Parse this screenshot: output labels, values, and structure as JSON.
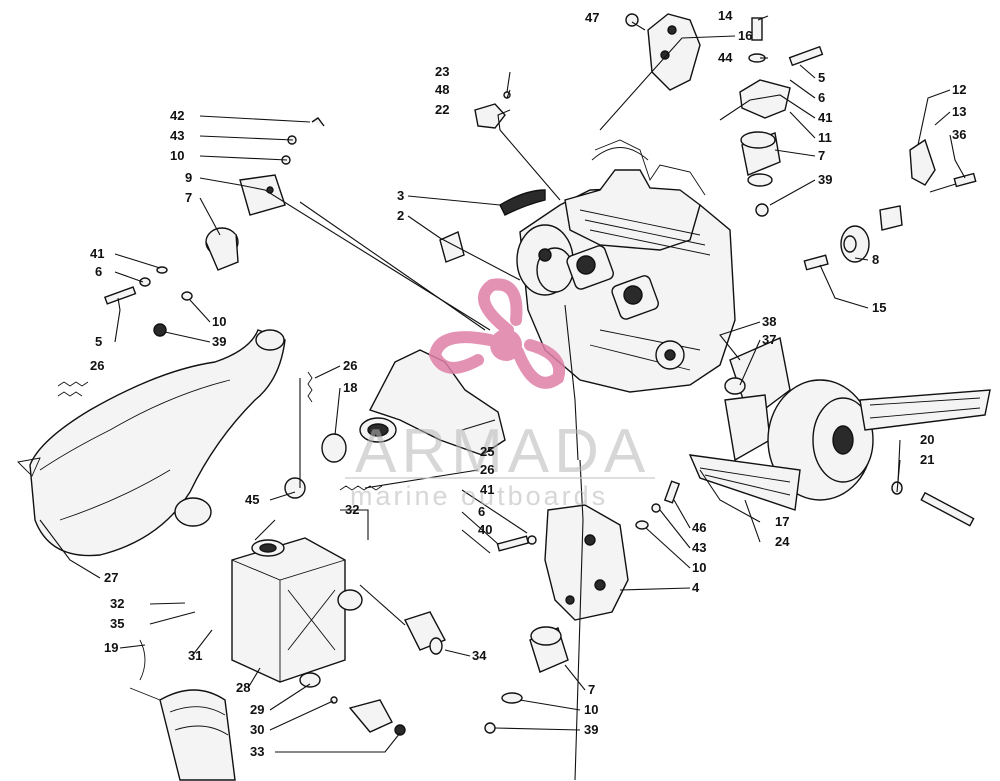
{
  "watermark": {
    "brand": "ARMADA",
    "tagline": "marine outboards",
    "logo_color": "#e080a8"
  },
  "callouts": [
    {
      "id": "c47",
      "text": "47"
    },
    {
      "id": "c16",
      "text": "16"
    },
    {
      "id": "c14",
      "text": "14"
    },
    {
      "id": "c44",
      "text": "44"
    },
    {
      "id": "c5a",
      "text": "5"
    },
    {
      "id": "c6a",
      "text": "6"
    },
    {
      "id": "c41a",
      "text": "41"
    },
    {
      "id": "c11",
      "text": "11"
    },
    {
      "id": "c7a",
      "text": "7"
    },
    {
      "id": "c39a",
      "text": "39"
    },
    {
      "id": "c12",
      "text": "12"
    },
    {
      "id": "c13",
      "text": "13"
    },
    {
      "id": "c36",
      "text": "36"
    },
    {
      "id": "c8",
      "text": "8"
    },
    {
      "id": "c15",
      "text": "15"
    },
    {
      "id": "c23",
      "text": "23"
    },
    {
      "id": "c48",
      "text": "48"
    },
    {
      "id": "c22",
      "text": "22"
    },
    {
      "id": "c42",
      "text": "42"
    },
    {
      "id": "c43a",
      "text": "43"
    },
    {
      "id": "c10a",
      "text": "10"
    },
    {
      "id": "c9",
      "text": "9"
    },
    {
      "id": "c7b",
      "text": "7"
    },
    {
      "id": "c3",
      "text": "3"
    },
    {
      "id": "c2",
      "text": "2"
    },
    {
      "id": "c41b",
      "text": "41"
    },
    {
      "id": "c6b",
      "text": "6"
    },
    {
      "id": "c5b",
      "text": "5"
    },
    {
      "id": "c10b",
      "text": "10"
    },
    {
      "id": "c39b",
      "text": "39"
    },
    {
      "id": "c38",
      "text": "38"
    },
    {
      "id": "c37",
      "text": "37"
    },
    {
      "id": "c26a",
      "text": "26"
    },
    {
      "id": "c26b",
      "text": "26"
    },
    {
      "id": "c18",
      "text": "18"
    },
    {
      "id": "c25",
      "text": "25"
    },
    {
      "id": "c26c",
      "text": "26"
    },
    {
      "id": "c41c",
      "text": "41"
    },
    {
      "id": "c6c",
      "text": "6"
    },
    {
      "id": "c40",
      "text": "40"
    },
    {
      "id": "c45",
      "text": "45"
    },
    {
      "id": "c32a",
      "text": "32"
    },
    {
      "id": "c46",
      "text": "46"
    },
    {
      "id": "c43b",
      "text": "43"
    },
    {
      "id": "c10c",
      "text": "10"
    },
    {
      "id": "c4",
      "text": "4"
    },
    {
      "id": "c20",
      "text": "20"
    },
    {
      "id": "c21",
      "text": "21"
    },
    {
      "id": "c17",
      "text": "17"
    },
    {
      "id": "c24",
      "text": "24"
    },
    {
      "id": "c27",
      "text": "27"
    },
    {
      "id": "c32b",
      "text": "32"
    },
    {
      "id": "c35",
      "text": "35"
    },
    {
      "id": "c19",
      "text": "19"
    },
    {
      "id": "c31",
      "text": "31"
    },
    {
      "id": "c34",
      "text": "34"
    },
    {
      "id": "c28",
      "text": "28"
    },
    {
      "id": "c29",
      "text": "29"
    },
    {
      "id": "c30",
      "text": "30"
    },
    {
      "id": "c33",
      "text": "33"
    },
    {
      "id": "c7c",
      "text": "7"
    },
    {
      "id": "c10d",
      "text": "10"
    },
    {
      "id": "c39c",
      "text": "39"
    }
  ]
}
